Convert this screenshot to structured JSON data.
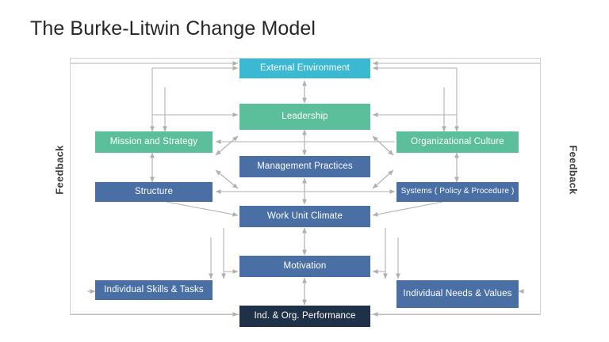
{
  "page": {
    "title": "The Burke-Litwin Change Model",
    "background_color": "#ffffff"
  },
  "frame": {
    "label_left": "Feedback",
    "label_right": "Feedback",
    "border_color": "#d2d2d2"
  },
  "palette": {
    "external": "#3cb9d2",
    "transformational": "#5cbf9c",
    "transactional": "#4a6fa5",
    "performance": "#1f3148",
    "connector": "#b0b0b0",
    "title_text": "#262626",
    "box_text": "#ffffff"
  },
  "diagram": {
    "type": "flow",
    "nodes": [
      {
        "id": "external-environment",
        "label": "External Environment",
        "color_role": "external",
        "tier": "external"
      },
      {
        "id": "leadership",
        "label": "Leadership",
        "color_role": "transformational",
        "tier": "transformational"
      },
      {
        "id": "mission-and-strategy",
        "label": "Mission and Strategy",
        "color_role": "transformational",
        "tier": "transformational"
      },
      {
        "id": "organizational-culture",
        "label": "Organizational Culture",
        "color_role": "transformational",
        "tier": "transformational"
      },
      {
        "id": "management-practices",
        "label": "Management Practices",
        "color_role": "transactional",
        "tier": "transactional"
      },
      {
        "id": "structure",
        "label": "Structure",
        "color_role": "transactional",
        "tier": "transactional"
      },
      {
        "id": "systems",
        "label": "Systems ( Policy & Procedure )",
        "color_role": "transactional",
        "tier": "transactional"
      },
      {
        "id": "work-unit-climate",
        "label": "Work Unit Climate",
        "color_role": "transactional",
        "tier": "transactional"
      },
      {
        "id": "motivation",
        "label": "Motivation",
        "color_role": "transactional",
        "tier": "transactional"
      },
      {
        "id": "individual-skills",
        "label": "Individual Skills & Tasks",
        "color_role": "transactional",
        "tier": "transactional"
      },
      {
        "id": "individual-needs",
        "label": "Individual Needs & Values",
        "color_role": "transactional",
        "tier": "transactional"
      },
      {
        "id": "performance",
        "label": "Ind. & Org. Performance",
        "color_role": "performance",
        "tier": "performance"
      }
    ]
  }
}
